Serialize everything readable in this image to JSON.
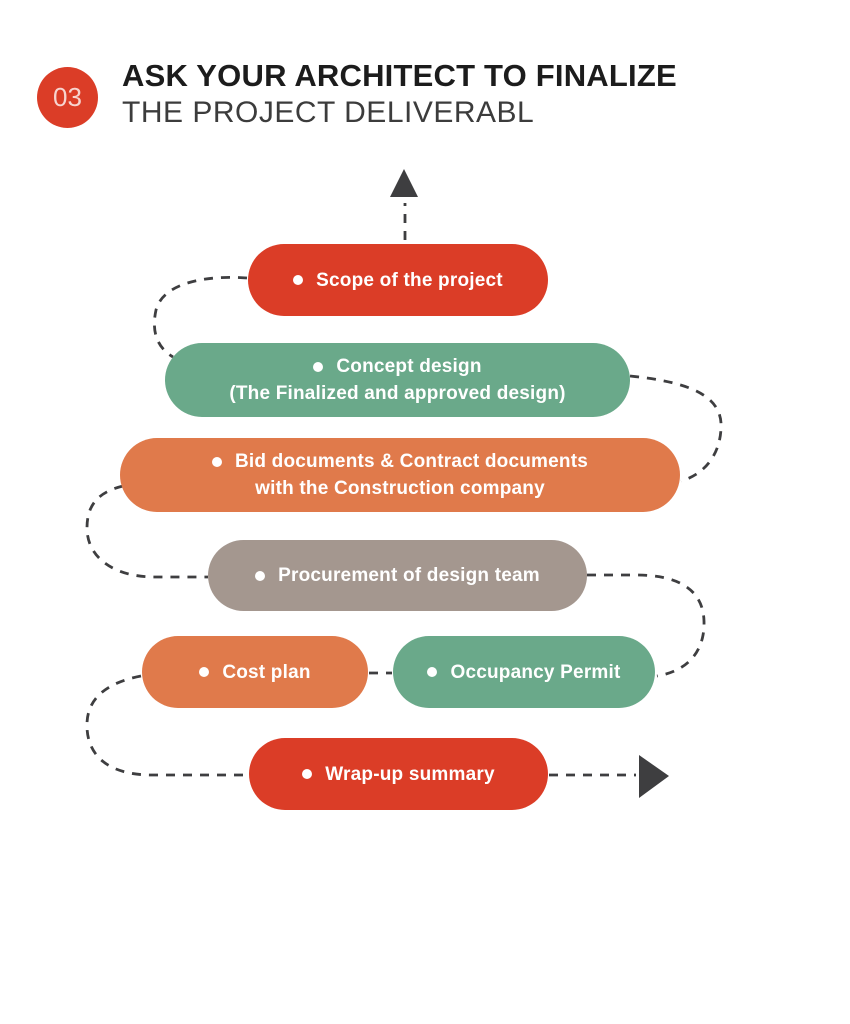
{
  "header": {
    "badge": "03",
    "title_line1": "ASK YOUR ARCHITECT TO FINALIZE",
    "title_line2": "THE PROJECT DELIVERABL"
  },
  "colors": {
    "red": "#DB3D27",
    "green": "#6AA98A",
    "orange": "#E07A4B",
    "taupe": "#A4978F",
    "dash": "#3E3E40",
    "title_primary": "#1C1C1C",
    "title_secondary": "#3C3C3C"
  },
  "diagram": {
    "items": [
      {
        "label": "Scope of the project",
        "color": "red"
      },
      {
        "label": "Concept design",
        "label_line2": "(The Finalized  and approved design)",
        "color": "green"
      },
      {
        "label": "Bid documents & Contract documents",
        "label_line2": "with the Construction company",
        "color": "orange"
      },
      {
        "label": "Procurement of design team",
        "color": "taupe"
      },
      {
        "label": "Cost plan",
        "color": "orange"
      },
      {
        "label": "Occupancy Permit",
        "color": "green"
      },
      {
        "label": "Wrap-up summary",
        "color": "red"
      }
    ]
  }
}
